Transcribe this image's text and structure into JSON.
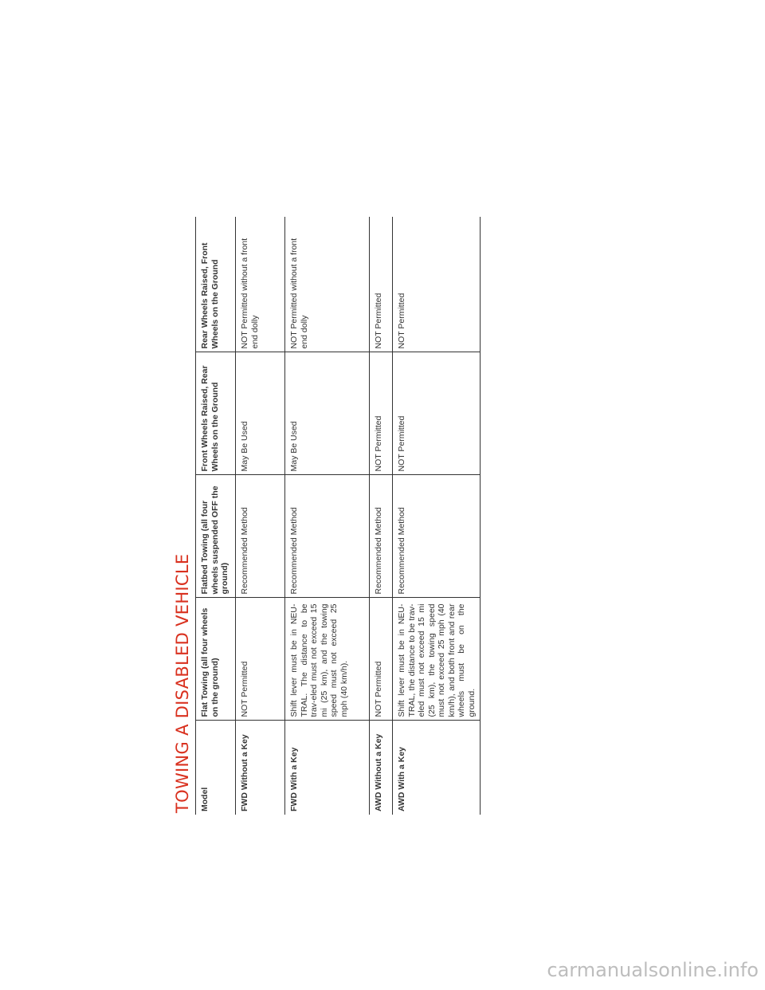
{
  "page": {
    "title": "TOWING A DISABLED VEHICLE",
    "accent_color": "#d9311f"
  },
  "table": {
    "headers": [
      "Model",
      "Flat Towing (all four wheels on the ground)",
      "Flatbed Towing (all four wheels suspended OFF the ground)",
      "Front Wheels Raised, Rear Wheels on the Ground",
      "Rear Wheels Raised, Front Wheels on the Ground"
    ],
    "rows": [
      {
        "model": "FWD Without a Key",
        "flat": "NOT Permitted",
        "flatbed": "Recommended Method",
        "front_raised": "May Be Used",
        "rear_raised": "NOT Permitted without a front end dolly"
      },
      {
        "model": "FWD With a Key",
        "flat": "Shift lever must be in NEU-TRAL. The distance to be trav-eled must not exceed 15 mi (25 km), and the towing speed must not exceed 25 mph (40 km/h).",
        "flatbed": "Recommended Method",
        "front_raised": "May Be Used",
        "rear_raised": "NOT Permitted without a front end dolly"
      },
      {
        "model": "AWD Without a Key",
        "flat": "NOT Permitted",
        "flatbed": "Recommended Method",
        "front_raised": "NOT Permitted",
        "rear_raised": "NOT Permitted"
      },
      {
        "model": "AWD With a Key",
        "flat": "Shift lever must be in NEU-TRAL, the distance to be trav-eled must not exceed 15 mi (25 km), the towing speed must not exceed 25 mph (40 km/h), and both front and rear wheels must be on the ground.",
        "flatbed": "Recommended Method",
        "front_raised": "NOT Permitted",
        "rear_raised": "NOT Permitted"
      }
    ]
  },
  "footer": {
    "watermark": "carmanualsonline.info"
  }
}
